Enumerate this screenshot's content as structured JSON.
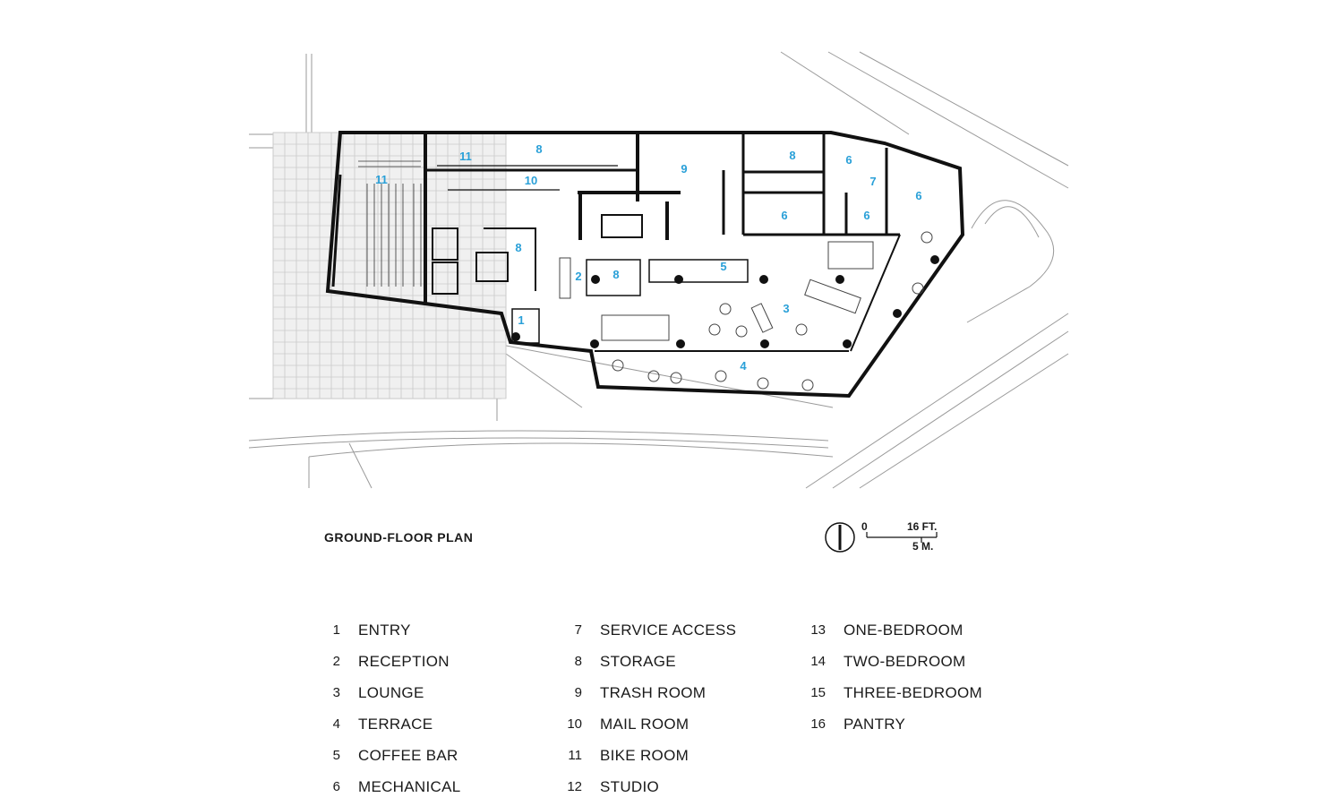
{
  "caption": "GROUND-FLOOR PLAN",
  "scale": {
    "zero": "0",
    "feet": "16 FT.",
    "meters": "5 M."
  },
  "north_icon": "north-arrow-icon",
  "room_label_color": "#2aa0d8",
  "room_labels": [
    {
      "n": "1"
    },
    {
      "n": "2"
    },
    {
      "n": "3"
    },
    {
      "n": "4"
    },
    {
      "n": "5"
    },
    {
      "n": "6"
    },
    {
      "n": "6"
    },
    {
      "n": "6"
    },
    {
      "n": "6"
    },
    {
      "n": "7"
    },
    {
      "n": "8"
    },
    {
      "n": "8"
    },
    {
      "n": "8"
    },
    {
      "n": "8"
    },
    {
      "n": "9"
    },
    {
      "n": "10"
    },
    {
      "n": "11"
    },
    {
      "n": "11"
    }
  ],
  "legend": {
    "col1": [
      {
        "num": "1",
        "label": "ENTRY"
      },
      {
        "num": "2",
        "label": "RECEPTION"
      },
      {
        "num": "3",
        "label": "LOUNGE"
      },
      {
        "num": "4",
        "label": "TERRACE"
      },
      {
        "num": "5",
        "label": "COFFEE BAR"
      },
      {
        "num": "6",
        "label": "MECHANICAL"
      }
    ],
    "col2": [
      {
        "num": "7",
        "label": "SERVICE ACCESS"
      },
      {
        "num": "8",
        "label": "STORAGE"
      },
      {
        "num": "9",
        "label": "TRASH ROOM"
      },
      {
        "num": "10",
        "label": "MAIL ROOM"
      },
      {
        "num": "11",
        "label": "BIKE ROOM"
      },
      {
        "num": "12",
        "label": "STUDIO"
      }
    ],
    "col3": [
      {
        "num": "13",
        "label": "ONE-BEDROOM"
      },
      {
        "num": "14",
        "label": "TWO-BEDROOM"
      },
      {
        "num": "15",
        "label": "THREE-BEDROOM"
      },
      {
        "num": "16",
        "label": "PANTRY"
      }
    ]
  }
}
